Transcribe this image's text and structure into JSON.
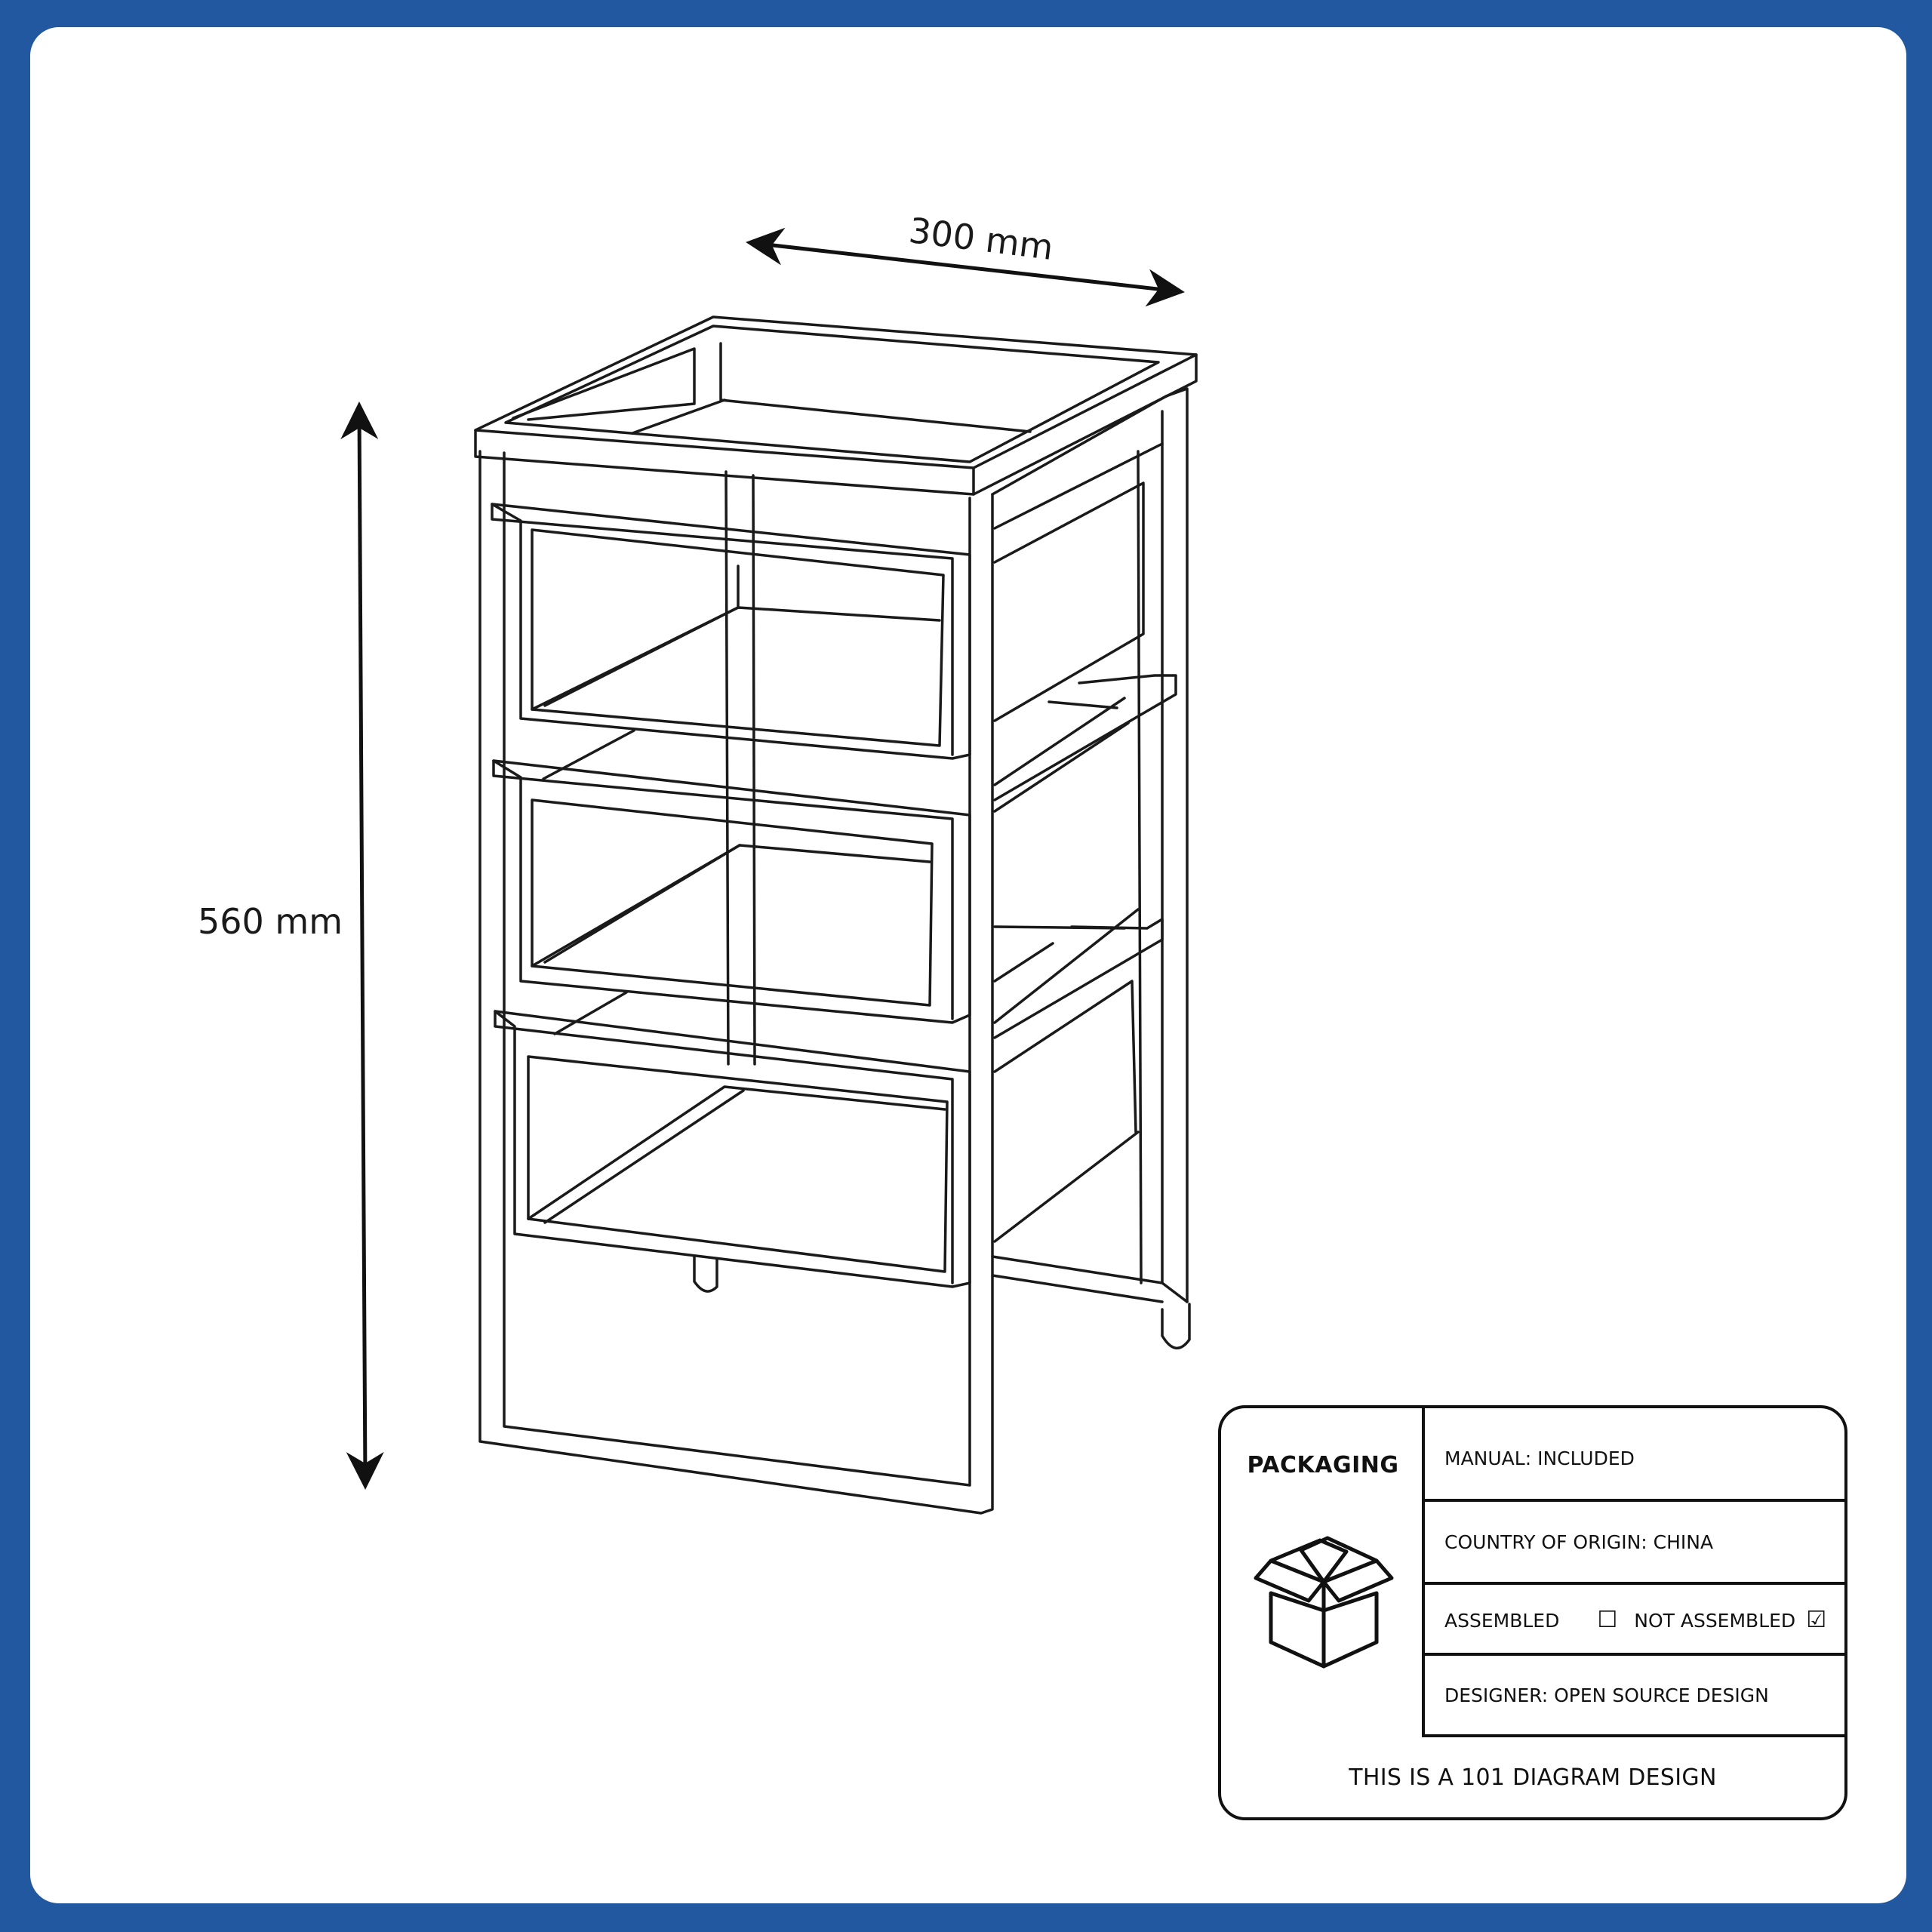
{
  "dimensions": {
    "width_label": "300 mm",
    "height_label": "560 mm"
  },
  "packaging": {
    "heading": "PACKAGING",
    "icon": "open-box-icon",
    "manual": "MANUAL: INCLUDED",
    "origin": "COUNTRY OF ORIGIN: CHINA",
    "assembled_label": "ASSEMBLED",
    "assembled_mark": "☐",
    "not_assembled_label": "NOT ASSEMBLED",
    "not_assembled_mark": "☑",
    "designer": "DESIGNER: OPEN SOURCE DESIGN",
    "footer": "THIS IS A 101 DIAGRAM DESIGN"
  },
  "colors": {
    "frame": "#22589f",
    "card": "#ffffff",
    "line": "#111111"
  }
}
